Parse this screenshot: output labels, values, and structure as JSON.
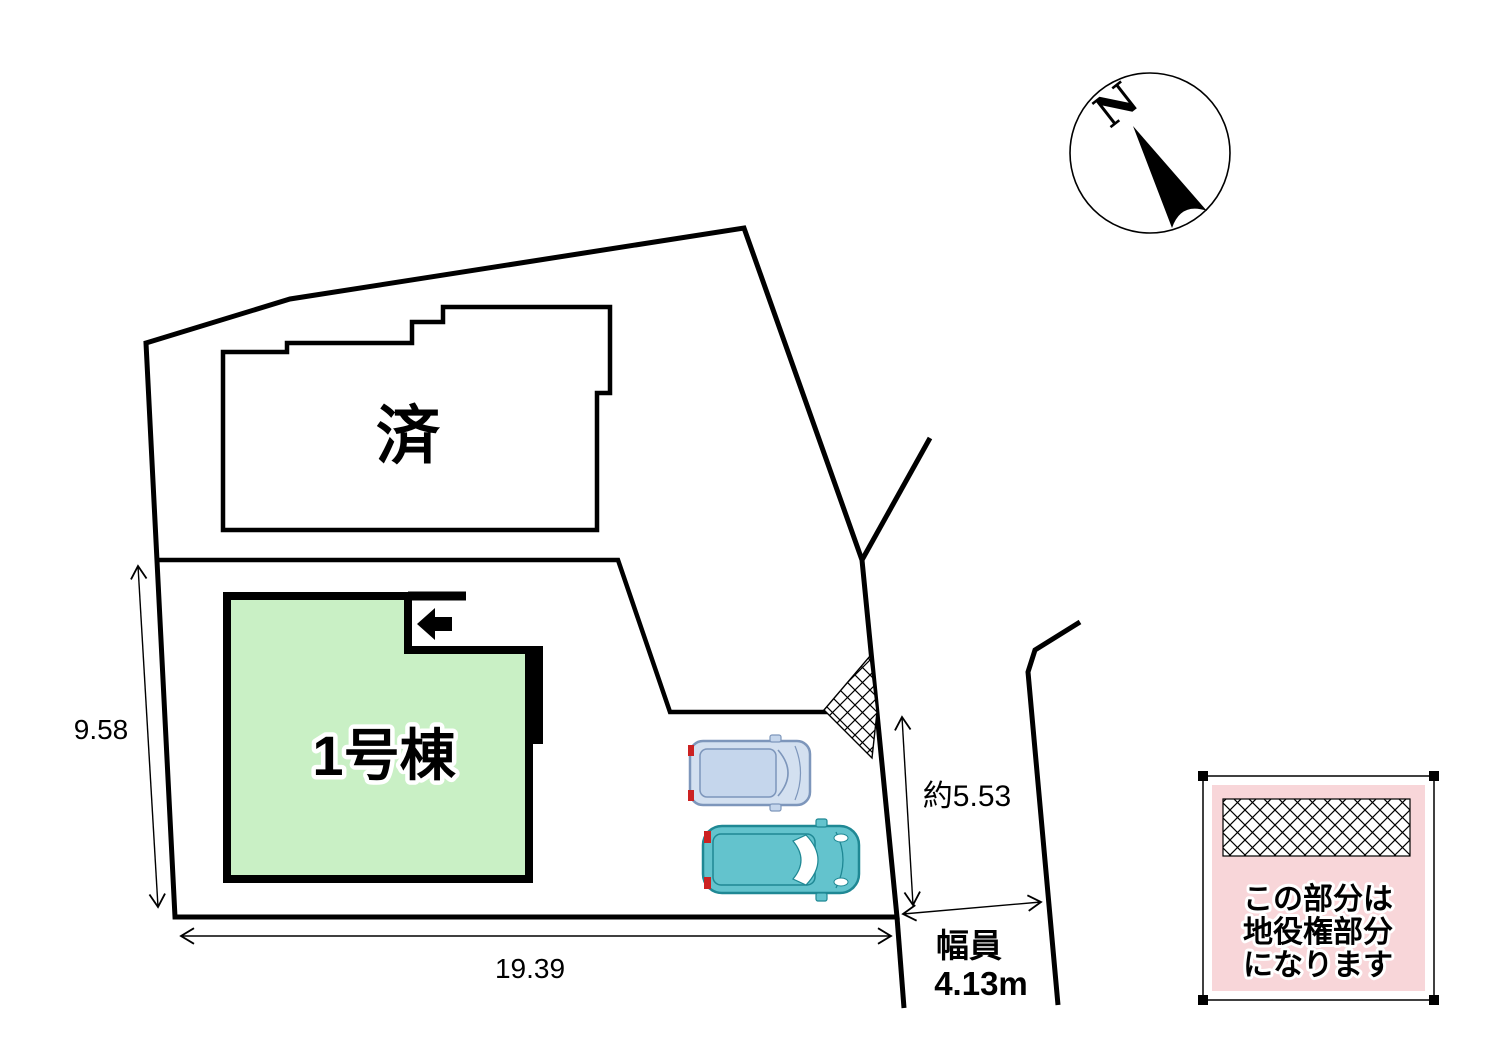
{
  "compass": {
    "label": "N"
  },
  "buildings": {
    "sold": {
      "label": "済"
    },
    "unit1": {
      "label": "1号棟",
      "fill": "#c9f0c5"
    }
  },
  "dimensions": {
    "left_length": "9.58",
    "bottom_length": "19.39",
    "right_length": "約5.53",
    "road_width_title": "幅員",
    "road_width_value": "4.13m"
  },
  "legend": {
    "panel_color": "#f8d6d9",
    "lines": [
      "この部分は",
      "地役権部分",
      "になります"
    ]
  },
  "cars": {
    "minivan": {
      "body": "#d3e0f0",
      "roof": "#c5d6ec",
      "outline": "#7d96bb",
      "accent": "#cc2222"
    },
    "hatchback": {
      "body": "#63c3cd",
      "outline": "#1f8894",
      "accent": "#cc2222"
    }
  },
  "line_color": "#000000"
}
